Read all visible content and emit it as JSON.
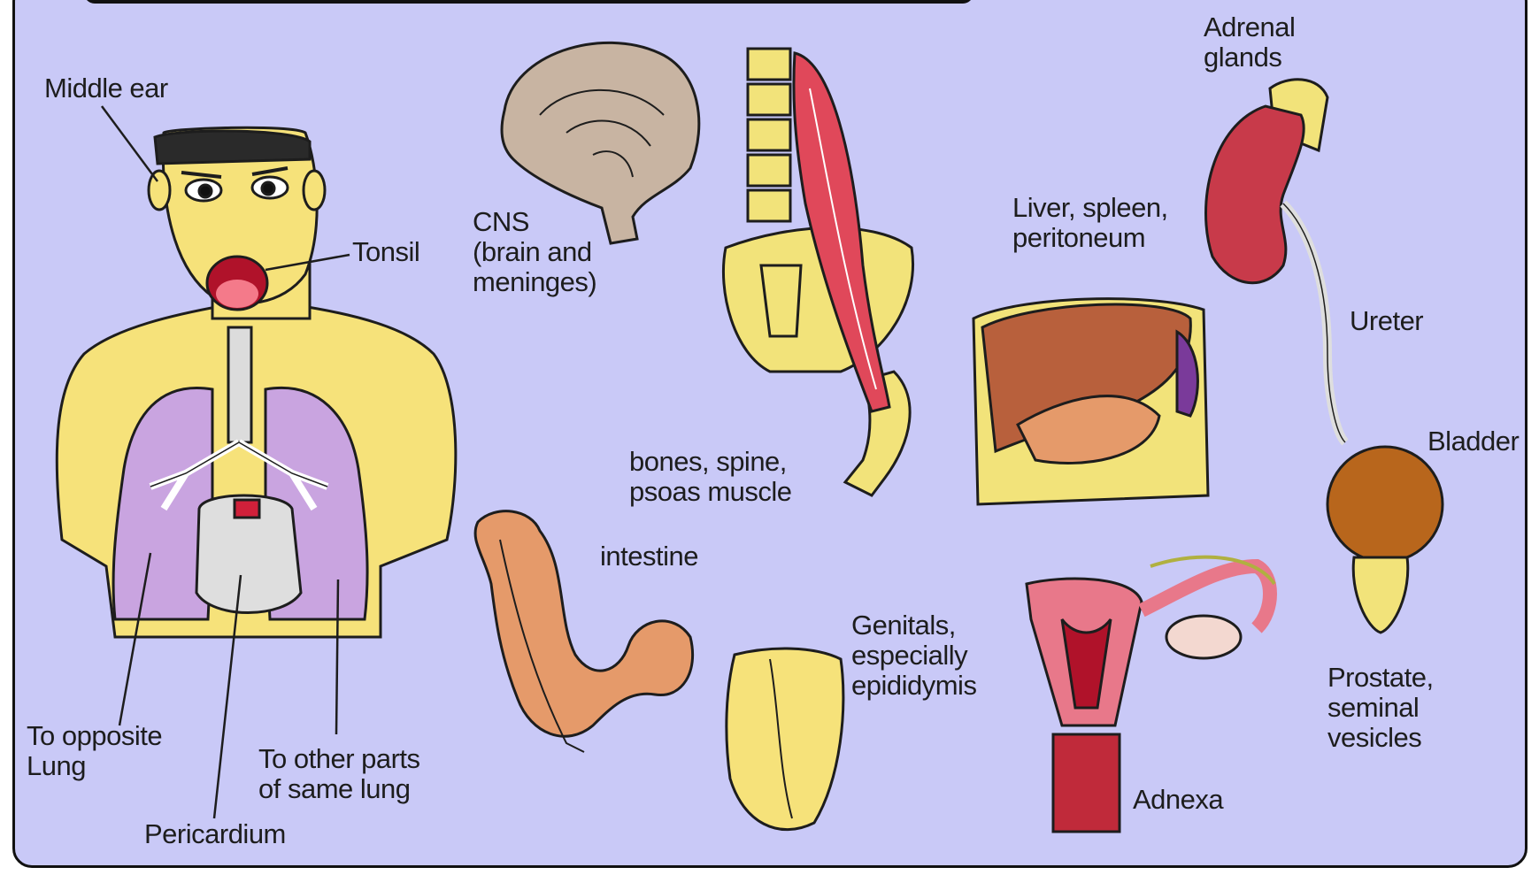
{
  "labels": {
    "middle_ear": "Middle ear",
    "tonsil": "Tonsil",
    "cns": "CNS\n(brain and\nmeninges)",
    "adrenal": "Adrenal\nglands",
    "liver": "Liver, spleen,\nperitoneum",
    "ureter": "Ureter",
    "bladder": "Bladder",
    "bones": "bones, spine,\npsoas muscle",
    "intestine": "intestine",
    "genitals": "Genitals,\nespecially\nepididymis",
    "prostate": "Prostate,\nseminal\nvesicles",
    "adnexa": "Adnexa",
    "opposite_lung": "To opposite\nLung",
    "same_lung": "To other parts\nof same lung",
    "pericardium": "Pericardium"
  },
  "colors": {
    "background": "#c9c9f7",
    "skin": "#f6e27a",
    "lung": "#c9a4e0",
    "brain": "#c8b4a2",
    "muscle": "#e0485a",
    "liver": "#b8603c",
    "kidney": "#c83a4a",
    "bladder": "#b8661c",
    "intestine": "#e59a6a",
    "uterus": "#e8788a"
  }
}
